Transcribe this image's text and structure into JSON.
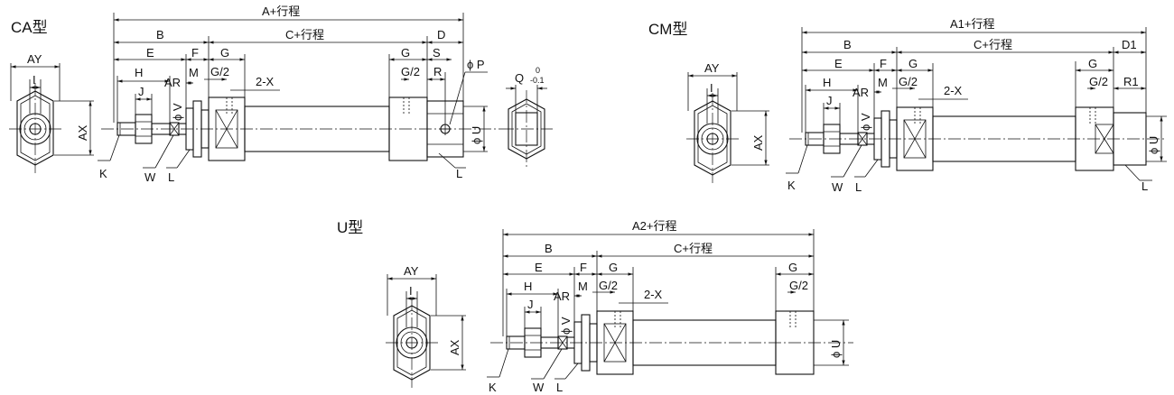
{
  "views": {
    "ca": {
      "title": "CA型",
      "dims": {
        "A": "A+行程",
        "B": "B",
        "C": "C+行程",
        "D": "D",
        "E": "E",
        "F": "F",
        "G1": "G",
        "G2": "G",
        "G2half": "G/2",
        "G3half": "G/2",
        "S": "S",
        "R": "R",
        "H": "H",
        "J": "J",
        "AR": "AR",
        "M": "M",
        "V": "ϕ V",
        "X": "2-X",
        "U": "ϕ U",
        "P": "ϕ P",
        "K": "K",
        "W": "W",
        "L1": "L",
        "L2": "L"
      },
      "end": {
        "AY": "AY",
        "I": "I",
        "AX": "AX"
      },
      "rod": {
        "Q": "Q",
        "Qsup": "0",
        "Qsub": "-0.1"
      }
    },
    "cm": {
      "title": "CM型",
      "dims": {
        "A": "A1+行程",
        "B": "B",
        "C": "C+行程",
        "D": "D1",
        "E": "E",
        "F": "F",
        "G1": "G",
        "G2": "G",
        "G1half": "G/2",
        "G2half": "G/2",
        "R": "R1",
        "H": "H",
        "J": "J",
        "AR": "AR",
        "M": "M",
        "V": "ϕ V",
        "X": "2-X",
        "U": "ϕ U",
        "K": "K",
        "W": "W",
        "L1": "L",
        "L2": "L"
      },
      "end": {
        "AY": "AY",
        "I": "I",
        "AX": "AX"
      }
    },
    "u": {
      "title": "U型",
      "dims": {
        "A": "A2+行程",
        "B": "B",
        "C": "C+行程",
        "E": "E",
        "F": "F",
        "G1": "G",
        "G2": "G",
        "G1half": "G/2",
        "G2half": "G/2",
        "H": "H",
        "J": "J",
        "AR": "AR",
        "M": "M",
        "V": "ϕ V",
        "X": "2-X",
        "U": "ϕ U",
        "K": "K",
        "W": "W",
        "L1": "L"
      },
      "end": {
        "AY": "AY",
        "I": "I",
        "AX": "AX"
      }
    }
  }
}
